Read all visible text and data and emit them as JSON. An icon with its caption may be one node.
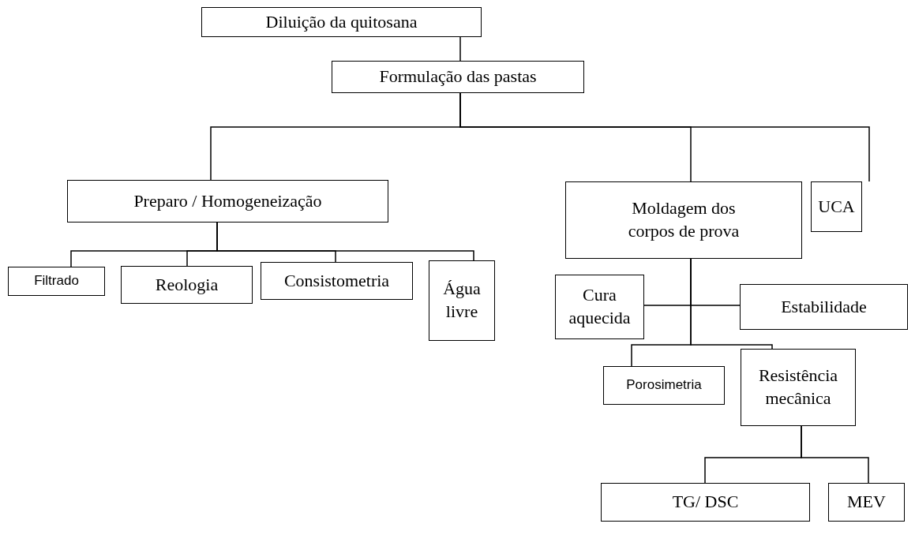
{
  "diagram": {
    "nodes": [
      {
        "text": [
          "Diluição da quitosana"
        ]
      },
      {
        "text": [
          "Formulação das pastas"
        ]
      },
      {
        "text": [
          "Preparo / Homogeneização"
        ]
      },
      {
        "text": [
          "Moldagem dos corpos de prova"
        ]
      },
      {
        "text": [
          "UCA"
        ]
      },
      {
        "text": [
          "Filtrado"
        ]
      },
      {
        "text": [
          "Reologia"
        ]
      },
      {
        "text": [
          "Consistometria"
        ]
      },
      {
        "text": [
          "Água livre"
        ]
      },
      {
        "text": [
          "Cura aquecida"
        ]
      },
      {
        "text": [
          "Estabilidade"
        ]
      },
      {
        "text": [
          "Porosimetria"
        ]
      },
      {
        "text": [
          "Resistência mecânica"
        ]
      },
      {
        "text": [
          "TG/ DSC"
        ]
      },
      {
        "text": [
          "MEV"
        ]
      }
    ],
    "edges": [
      {
        "from": 0,
        "to": 1,
        "arrow": "none"
      },
      {
        "from": 1,
        "to": 2,
        "arrow": "none"
      },
      {
        "from": 1,
        "to": 3,
        "arrow": "none"
      },
      {
        "from": 1,
        "to": 4,
        "arrow": "none"
      },
      {
        "from": 2,
        "to": 5,
        "arrow": "none"
      },
      {
        "from": 2,
        "to": 6,
        "arrow": "none"
      },
      {
        "from": 2,
        "to": 7,
        "arrow": "none"
      },
      {
        "from": 2,
        "to": 8,
        "arrow": "none"
      },
      {
        "from": 3,
        "to": 9,
        "arrow": "none"
      },
      {
        "from": 3,
        "to": 10,
        "arrow": "none"
      },
      {
        "from": 3,
        "to": 11,
        "arrow": "none"
      },
      {
        "from": 3,
        "to": 12,
        "arrow": "none"
      },
      {
        "from": 12,
        "to": 13,
        "arrow": "none"
      },
      {
        "from": 12,
        "to": 14,
        "arrow": "none"
      }
    ]
  }
}
